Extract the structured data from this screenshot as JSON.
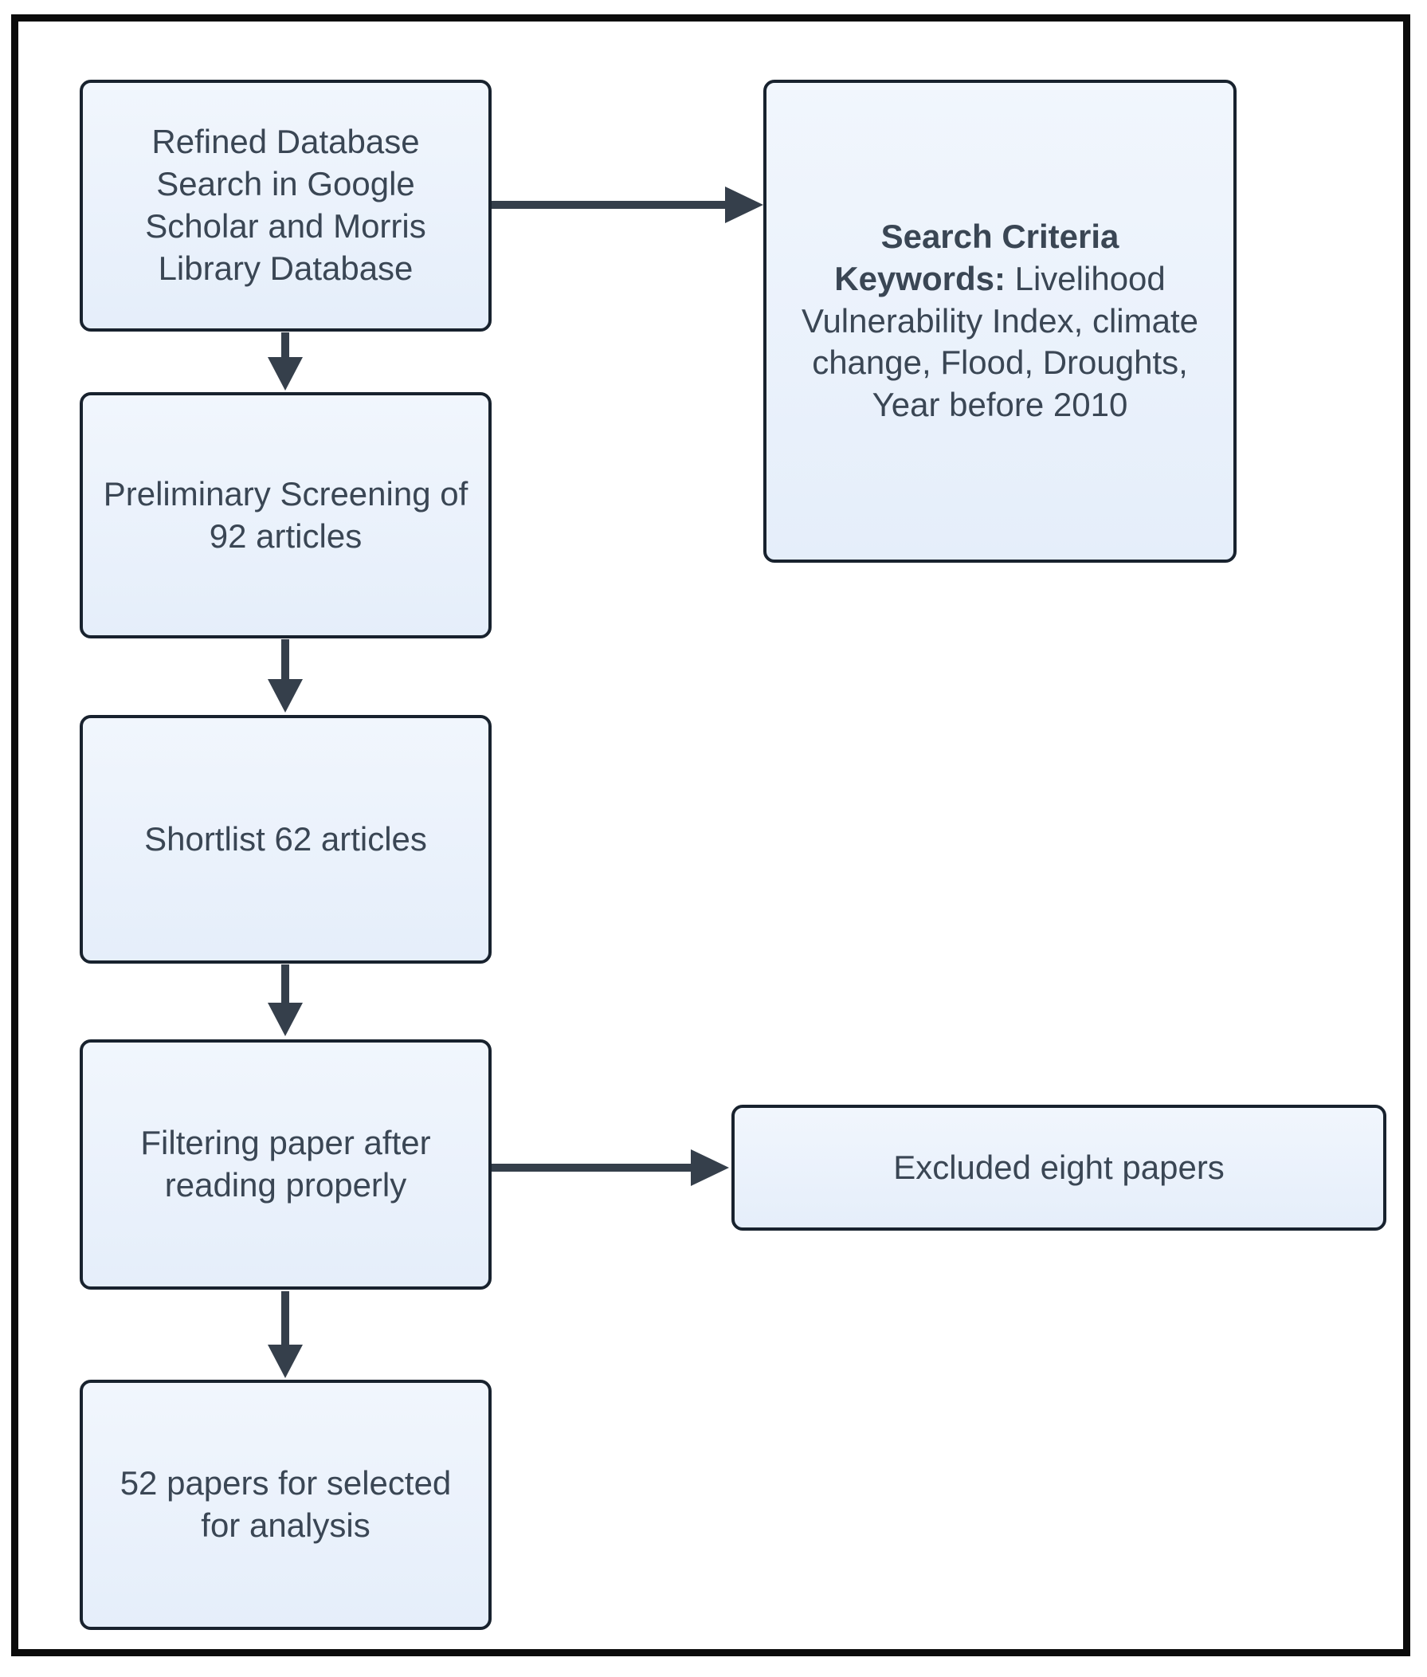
{
  "diagram": {
    "type": "flowchart",
    "nodes": {
      "refined_search": {
        "label": "Refined Database Search in Google Scholar and Morris Library Database"
      },
      "search_criteria": {
        "title": "Search Criteria",
        "keywords_label": "Keywords:",
        "keywords_value": " Livelihood Vulnerability Index, climate change, Flood, Droughts, Year before 2010"
      },
      "preliminary_screening": {
        "label": "Preliminary Screening of 92 articles"
      },
      "shortlist": {
        "label": "Shortlist 62 articles"
      },
      "filtering": {
        "label": "Filtering paper after reading properly"
      },
      "excluded": {
        "label": "Excluded eight papers"
      },
      "selected": {
        "label": "52 papers for selected for analysis"
      }
    },
    "edges": [
      {
        "from": "refined_search",
        "to": "search_criteria",
        "direction": "right"
      },
      {
        "from": "refined_search",
        "to": "preliminary_screening",
        "direction": "down"
      },
      {
        "from": "preliminary_screening",
        "to": "shortlist",
        "direction": "down"
      },
      {
        "from": "shortlist",
        "to": "filtering",
        "direction": "down"
      },
      {
        "from": "filtering",
        "to": "excluded",
        "direction": "right"
      },
      {
        "from": "filtering",
        "to": "selected",
        "direction": "down"
      }
    ],
    "counts": {
      "preliminary_articles": 92,
      "shortlisted_articles": 62,
      "excluded_papers": "eight",
      "selected_papers": 52
    },
    "colors": {
      "node_fill_top": "#f1f6fd",
      "node_fill_bottom": "#e5eefa",
      "node_border": "#18222e",
      "text": "#3a4654",
      "arrow": "#353f4b",
      "frame": "#0b0b0b",
      "background": "#ffffff"
    }
  }
}
